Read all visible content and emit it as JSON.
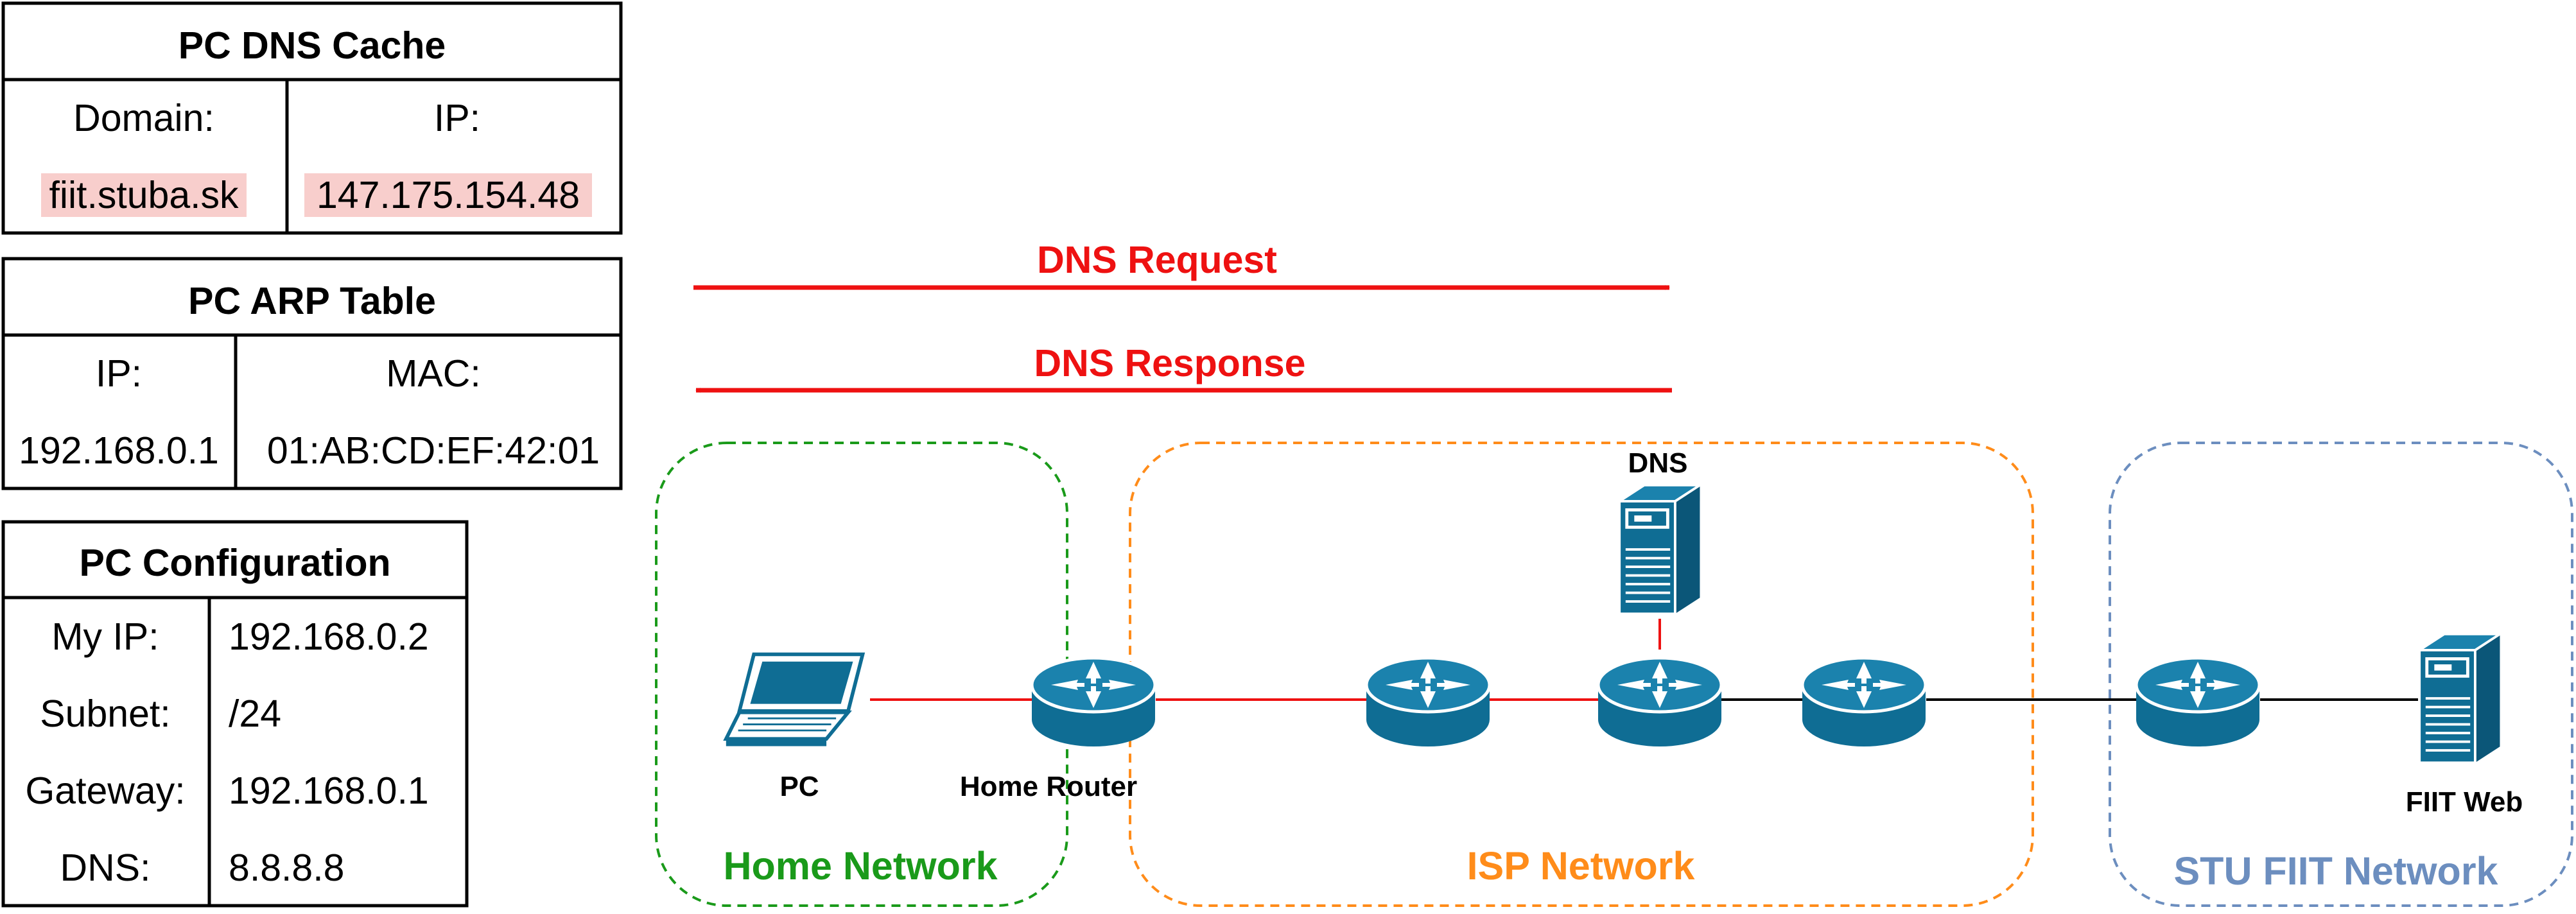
{
  "colors": {
    "accent_red": "#ee1111",
    "highlight": "#f8cecc",
    "device_blue": "#0f6d94",
    "home_network": "#1a9a1a",
    "isp_network": "#ff8c1a",
    "stu_network": "#6c8ebf"
  },
  "dns_cache": {
    "title": "PC DNS Cache",
    "col_domain": "Domain:",
    "col_ip": "IP:",
    "domain": "fiit.stuba.sk",
    "ip": "147.175.154.48"
  },
  "arp_table": {
    "title": "PC ARP Table",
    "col_ip": "IP:",
    "col_mac": "MAC:",
    "ip": "192.168.0.1",
    "mac": "01:AB:CD:EF:42:01"
  },
  "pc_config": {
    "title": "PC Configuration",
    "rows": [
      {
        "label": "My IP:",
        "value": "192.168.0.2"
      },
      {
        "label": "Subnet:",
        "value": "/24"
      },
      {
        "label": "Gateway:",
        "value": "192.168.0.1"
      },
      {
        "label": "DNS:",
        "value": "8.8.8.8"
      }
    ]
  },
  "flows": {
    "request": "DNS Request",
    "response": "DNS Response"
  },
  "zones": {
    "home": "Home Network",
    "isp": "ISP Network",
    "stu": "STU FIIT Network"
  },
  "nodes": {
    "pc": {
      "label": "PC",
      "icon": "laptop-icon"
    },
    "home_router": {
      "label": "Home Router",
      "icon": "router-icon"
    },
    "isp_router_1": {
      "label": "",
      "icon": "router-icon"
    },
    "isp_router_2": {
      "label": "",
      "icon": "router-icon"
    },
    "isp_router_3": {
      "label": "",
      "icon": "router-icon"
    },
    "stu_router": {
      "label": "",
      "icon": "router-icon"
    },
    "dns_server": {
      "label": "DNS",
      "icon": "server-icon"
    },
    "fiit_web": {
      "label": "FIIT Web",
      "icon": "server-icon"
    }
  }
}
